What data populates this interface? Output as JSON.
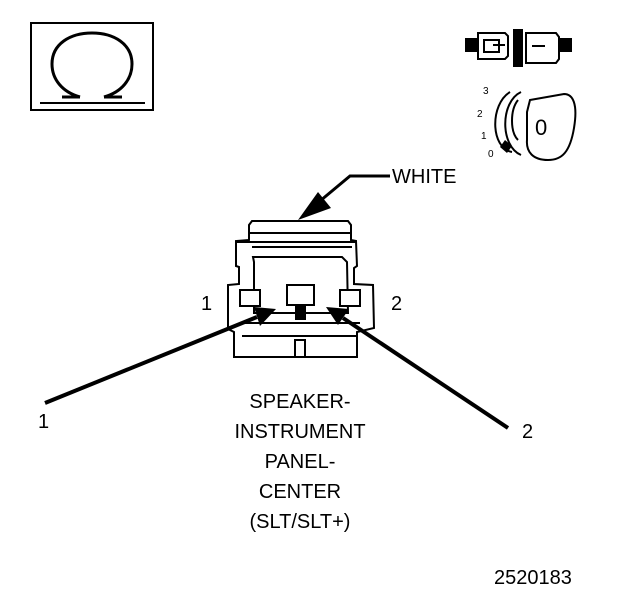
{
  "diagram": {
    "meter_symbol": "ohmmeter-icon",
    "ignition_key_symbol": "ignition-key-icon",
    "connector_symbol": "connector-unplugged-icon",
    "ignition_positions": [
      "3",
      "2",
      "1",
      "0"
    ],
    "key_position_label": "0",
    "connector_color_label": "WHITE",
    "pin_labels_connector": [
      "1",
      "2"
    ],
    "callout_labels": [
      "1",
      "2"
    ],
    "caption_lines": [
      "SPEAKER-",
      "INSTRUMENT",
      "PANEL-",
      "CENTER",
      "(SLT/SLT+)"
    ],
    "figure_number": "2520183"
  }
}
